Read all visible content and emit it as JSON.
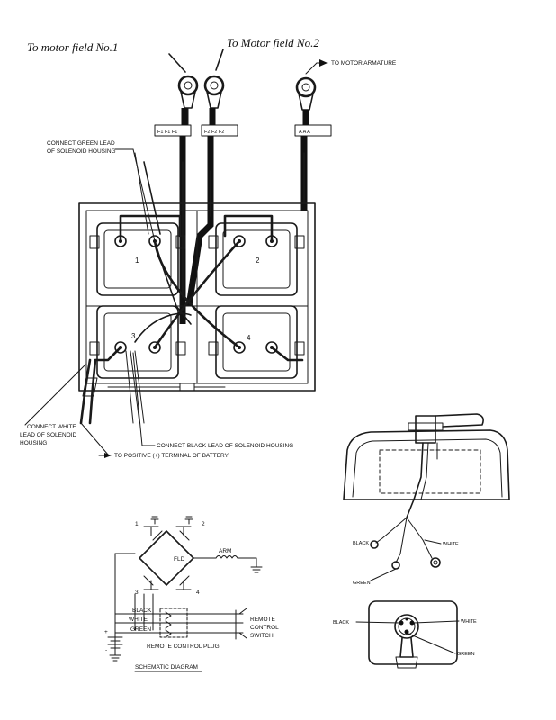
{
  "handwritten": {
    "field1": "To motor field No.1",
    "field2": "To Motor field No.2"
  },
  "labels": {
    "armature": "TO MOTOR ARMATURE",
    "terminal_f1": "F1  F1  F1",
    "terminal_f2": "F2  F2  F2",
    "terminal_a": "A   A   A",
    "green_lead_1": "CONNECT GREEN LEAD",
    "green_lead_2": "OF SOLENOID HOUSING",
    "white_lead_1": "CONNECT WHITE",
    "white_lead_2": "LEAD OF SOLENOID",
    "white_lead_3": "HOUSING",
    "black_lead": "CONNECT BLACK LEAD OF SOLENOID HOUSING",
    "battery": "TO POSITIVE (+) TERMINAL OF BATTERY"
  },
  "solenoid_numbers": [
    "1",
    "2",
    "3",
    "4"
  ],
  "schematic": {
    "title": "SCHEMATIC DIAGRAM",
    "fld": "FLD",
    "arm": "ARM",
    "black": "BLACK",
    "white": "WHITE",
    "green": "GREEN",
    "plug": "REMOTE CONTROL PLUG",
    "switch_1": "REMOTE",
    "switch_2": "CONTROL",
    "switch_3": "SWITCH",
    "plus": "+",
    "minus": "-",
    "nums": [
      "1",
      "2",
      "3",
      "4"
    ]
  },
  "housing": {
    "black": "BLACK",
    "white": "WHITE",
    "green": "GREEN"
  },
  "plug_view": {
    "black": "BLACK",
    "white": "WHITE",
    "green": "GREEN"
  }
}
